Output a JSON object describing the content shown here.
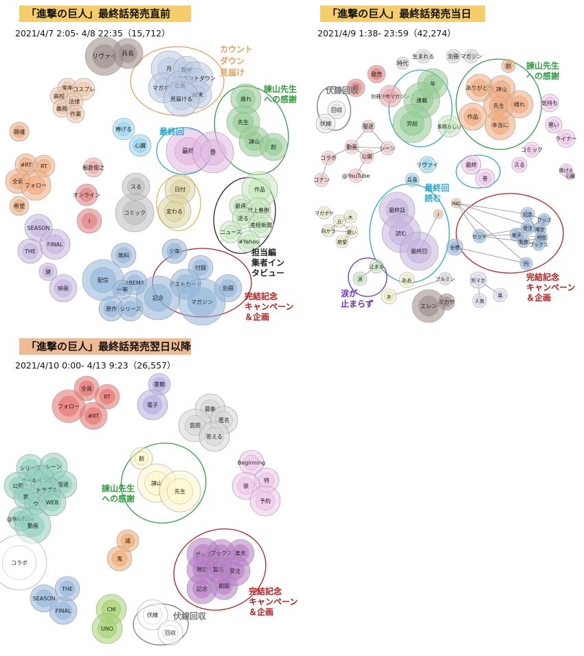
{
  "panels": [
    {
      "title": "「進撃の巨人」最終話発売直前",
      "subtitle": "2021/4/7  2:05- 4/8 22:35（15,712）",
      "nodes": [
        {
          "w": "リヴァイ",
          "c": "#9b8a86"
        },
        {
          "w": "兵長",
          "c": "#9b8a86"
        },
        {
          "w": "月",
          "c": "#bccbe6"
        },
        {
          "w": "開催",
          "c": "#bccbe6"
        },
        {
          "w": "カウントダウン",
          "c": "#bccbe6"
        },
        {
          "w": "マガポケ",
          "c": "#bccbe6"
        },
        {
          "w": "企画",
          "c": "#bccbe6"
        },
        {
          "w": "結末",
          "c": "#bccbe6"
        },
        {
          "w": "見届ける",
          "c": "#bccbe6"
        },
        {
          "w": "来年",
          "c": "#f0c7a6"
        },
        {
          "w": "コスプレ",
          "c": "#f0c7a6"
        },
        {
          "w": "高校",
          "c": "#f0c7a6"
        },
        {
          "w": "法律",
          "c": "#f0c7a6"
        },
        {
          "w": "義務",
          "c": "#f0c7a6"
        },
        {
          "w": "作業",
          "c": "#f0c7a6"
        },
        {
          "w": "銀魂",
          "c": "#f0a97a"
        },
        {
          "w": "#RT",
          "c": "#f0a97a"
        },
        {
          "w": "RT",
          "c": "#f0a97a"
        },
        {
          "w": "全員",
          "c": "#f0a97a"
        },
        {
          "w": "フォロー",
          "c": "#f0a97a"
        },
        {
          "w": "希望",
          "c": "#f0a97a"
        },
        {
          "w": "捧げる",
          "c": "#92d6ec"
        },
        {
          "w": "心臓",
          "c": "#92d6ec"
        },
        {
          "w": "板倉俊之",
          "c": "#e8a6a6"
        },
        {
          "w": "オンライン",
          "c": "#e07c7c"
        },
        {
          "w": "I",
          "c": "#e07c7c"
        },
        {
          "w": "スる",
          "c": "#bdbdbd"
        },
        {
          "w": "コミック",
          "c": "#bdbdbd"
        },
        {
          "w": "日付",
          "c": "#dcd49a"
        },
        {
          "w": "変わる",
          "c": "#dcd49a"
        },
        {
          "w": "最終",
          "c": "#e3b6e3"
        },
        {
          "w": "巻",
          "c": "#e3b6e3"
        },
        {
          "w": "歳れ",
          "c": "#8fcc8f"
        },
        {
          "w": "先生",
          "c": "#8fcc8f"
        },
        {
          "w": "諫山",
          "c": "#8fcc8f"
        },
        {
          "w": "創",
          "c": "#8fcc8f"
        },
        {
          "w": "作品",
          "c": "#c4e9bb"
        },
        {
          "w": "最遅",
          "c": "#c4e9bb"
        },
        {
          "w": "村上春樹",
          "c": "#c4e9bb"
        },
        {
          "w": "逝る",
          "c": "#c4e9bb"
        },
        {
          "w": "産経新聞",
          "c": "#c4e9bb"
        },
        {
          "w": "ニュース",
          "c": "#c4e9bb"
        },
        {
          "w": "#Yahoo",
          "c": "#c4e9bb"
        },
        {
          "w": "SEASON",
          "c": "#c4b3e0"
        },
        {
          "w": "THE",
          "c": "#c4b3e0"
        },
        {
          "w": "FINAL",
          "c": "#c4b3e0"
        },
        {
          "w": "健",
          "c": "#c4b3e0"
        },
        {
          "w": "映画",
          "c": "#c4b3e0"
        },
        {
          "w": "無料",
          "c": "#8fb5da"
        },
        {
          "w": "配信",
          "c": "#8fb5da"
        },
        {
          "w": "ABEMA",
          "c": "#8fb5da"
        },
        {
          "w": "一挙",
          "c": "#8fb5da"
        },
        {
          "w": "原作",
          "c": "#8fb5da"
        },
        {
          "w": "シリーズ",
          "c": "#8fb5da"
        },
        {
          "w": "少年",
          "c": "#8fb5da"
        },
        {
          "w": "付録",
          "c": "#8fb5da"
        },
        {
          "w": "ポストカード",
          "c": "#8fb5da"
        },
        {
          "w": "記念",
          "c": "#8fb5da"
        },
        {
          "w": "マガジン",
          "c": "#8fb5da"
        },
        {
          "w": "別冊",
          "c": "#8fb5da"
        }
      ],
      "annotations": [
        {
          "text": "カウント ダウン 見届け",
          "color": "#e3a05c"
        },
        {
          "text": "最終回",
          "color": "#2aa6cf"
        },
        {
          "text": "諫山先生 への感謝",
          "color": "#2e9e3e"
        },
        {
          "text": "担当編 集者イン タビュー",
          "color": "#222222"
        },
        {
          "text": "完結記念 キャンペーン ＆企画",
          "color": "#b51c1c"
        }
      ]
    },
    {
      "title": "「進撃の巨人」最終話発売当日",
      "subtitle": "2021/4/9  1:38- 23:59（42,274）",
      "nodes": [
        {
          "w": "時代",
          "c": "#d9d9d9"
        },
        {
          "w": "生まれる",
          "c": "#d9d9d9"
        },
        {
          "w": "別冊",
          "c": "#d9d9d9"
        },
        {
          "w": "マガジン",
          "c": "#d9d9d9"
        },
        {
          "w": "発売",
          "c": "#e07c7c"
        },
        {
          "w": "月",
          "c": "#e07c7c"
        },
        {
          "w": "別冊少年マガジン",
          "c": "#e8a6a6"
        },
        {
          "w": "年",
          "c": "#8fcc8f"
        },
        {
          "w": "連載",
          "c": "#8fcc8f"
        },
        {
          "w": "完結",
          "c": "#8fcc8f"
        },
        {
          "w": "素晴らしい",
          "c": "#c4e9bb"
        },
        {
          "w": "創",
          "c": "#f0a97a"
        },
        {
          "w": "ありがとう",
          "c": "#f0a97a"
        },
        {
          "w": "諫山",
          "c": "#f0a97a"
        },
        {
          "w": "先生",
          "c": "#f0a97a"
        },
        {
          "w": "作品",
          "c": "#f0a97a"
        },
        {
          "w": "本当に",
          "c": "#f0a97a"
        },
        {
          "w": "様れ",
          "c": "#f0a97a"
        },
        {
          "w": "気持ち",
          "c": "#efc3ea"
        },
        {
          "w": "悪い",
          "c": "#efc3ea"
        },
        {
          "w": "ライナー",
          "c": "#efc3ea"
        },
        {
          "w": "回収",
          "c": "#e8e8e8"
        },
        {
          "w": "伏線",
          "c": "#e8e8e8"
        },
        {
          "w": "駆逐",
          "c": "#f2c8c8"
        },
        {
          "w": "動画",
          "c": "#f2c8c8"
        },
        {
          "w": "公開",
          "c": "#f2c8c8"
        },
        {
          "w": "シーン",
          "c": "#f2c8c8"
        },
        {
          "w": "コラボ",
          "c": "#f2c8c8"
        },
        {
          "w": "コナン",
          "c": "#f2c8c8"
        },
        {
          "w": "@YouTube",
          "c": "#f2c8c8"
        },
        {
          "w": "リヴァイ",
          "c": "#92d6ec"
        },
        {
          "w": "兵長",
          "c": "#92d6ec"
        },
        {
          "w": "最終",
          "c": "#efc3ea"
        },
        {
          "w": "巻",
          "c": "#efc3ea"
        },
        {
          "w": "コミック",
          "c": "#efc3ea"
        },
        {
          "w": "スる",
          "c": "#efc3ea"
        },
        {
          "w": "捧げる",
          "c": "#efc3ea"
        },
        {
          "w": "心臓",
          "c": "#efc3ea"
        },
        {
          "w": "マガポケ",
          "c": "#f3f0c6"
        },
        {
          "w": "木",
          "c": "#f3f0c6"
        },
        {
          "w": "丘",
          "c": "#f3f0c6"
        },
        {
          "w": "向かう",
          "c": "#f3f0c6"
        },
        {
          "w": "鍵い",
          "c": "#f3f0c6"
        },
        {
          "w": "絶望",
          "c": "#f3f0c6"
        },
        {
          "w": "最終話",
          "c": "#c4b3e0"
        },
        {
          "w": "読む",
          "c": "#c4b3e0"
        },
        {
          "w": "最終回",
          "c": "#c4b3e0"
        },
        {
          "w": "I",
          "c": "#f0c7a6"
        },
        {
          "w": "INC",
          "c": "#f0c7a6"
        },
        {
          "w": "記念",
          "c": "#8fb5da"
        },
        {
          "w": "グッズ",
          "c": "#8fb5da"
        },
        {
          "w": "受注",
          "c": "#8fb5da"
        },
        {
          "w": "限定",
          "c": "#8fb5da"
        },
        {
          "w": "楽天",
          "c": "#8fb5da"
        },
        {
          "w": "期間",
          "c": "#8fb5da"
        },
        {
          "w": "製造",
          "c": "#8fb5da"
        },
        {
          "w": "ブックス",
          "c": "#8fb5da"
        },
        {
          "w": "セット",
          "c": "#8fb5da"
        },
        {
          "w": "全巻",
          "c": "#8fb5da"
        },
        {
          "w": "円",
          "c": "#8fb5da"
        },
        {
          "w": "止まる",
          "c": "#c4e9bb"
        },
        {
          "w": "涙",
          "c": "#c4e9bb"
        },
        {
          "w": "ああ",
          "c": "#f3f0c6"
        },
        {
          "w": "あ",
          "c": "#f3f0c6"
        },
        {
          "w": "アルミン",
          "c": "#d9d9d9"
        },
        {
          "w": "エレン",
          "c": "#9b8a86"
        },
        {
          "w": "ミカサ",
          "c": "#9b8a86"
        },
        {
          "w": "別マガ",
          "c": "#dcdcf4"
        },
        {
          "w": "幕",
          "c": "#dcdcf4"
        },
        {
          "w": "人気",
          "c": "#dcdcf4"
        }
      ],
      "annotations": [
        {
          "text": "伏線回収",
          "color": "#777777"
        },
        {
          "text": "諫山先生 への感謝",
          "color": "#2e9e3e"
        },
        {
          "text": "最終回 読む",
          "color": "#2aa6cf"
        },
        {
          "text": "涙が 止まらず",
          "color": "#6a2fc0"
        },
        {
          "text": "完結記念 キャンペーン ＆企画",
          "color": "#b51c1c"
        }
      ]
    },
    {
      "title": "「進撃の巨人」最終話発売翌日以降",
      "subtitle": "2021/4/10  0:00- 4/13 9:23（26,557）",
      "nodes": [
        {
          "w": "全員",
          "c": "#e8706a"
        },
        {
          "w": "RT",
          "c": "#e8706a"
        },
        {
          "w": "フォロー",
          "c": "#e8706a"
        },
        {
          "w": "#RT",
          "c": "#e8706a"
        },
        {
          "w": "書籍",
          "c": "#b3aee0"
        },
        {
          "w": "電子",
          "c": "#b3aee0"
        },
        {
          "w": "募集",
          "c": "#d6d6d6"
        },
        {
          "w": "匿名",
          "c": "#d6d6d6"
        },
        {
          "w": "質問",
          "c": "#d6d6d6"
        },
        {
          "w": "答える",
          "c": "#d6d6d6"
        },
        {
          "w": "創",
          "c": "#fdf6c9"
        },
        {
          "w": "諫山",
          "c": "#fdf6c9"
        },
        {
          "w": "先生",
          "c": "#fdf6c9"
        },
        {
          "w": "Beginning",
          "c": "#efc3ea"
        },
        {
          "w": "特",
          "c": "#efc3ea"
        },
        {
          "w": "装",
          "c": "#efc3ea"
        },
        {
          "w": "予約",
          "c": "#efc3ea"
        },
        {
          "w": "シリーズ",
          "c": "#8ed0bd"
        },
        {
          "w": "シーン",
          "c": "#8ed0bd"
        },
        {
          "w": "オールインワン",
          "c": "#8ed0bd"
        },
        {
          "w": "駆逐",
          "c": "#8ed0bd"
        },
        {
          "w": "公開",
          "c": "#8ed0bd"
        },
        {
          "w": "トラブル",
          "c": "#8ed0bd"
        },
        {
          "w": "凱",
          "c": "#8ed0bd"
        },
        {
          "w": "ウ",
          "c": "#8ed0bd"
        },
        {
          "w": "WEB",
          "c": "#8ed0bd"
        },
        {
          "w": "@YouTube",
          "c": "#8ed0bd"
        },
        {
          "w": "動画",
          "c": "#8ed0bd"
        },
        {
          "w": "コラボ",
          "c": "#ffffff"
        },
        {
          "w": "滅",
          "c": "#f0a86a"
        },
        {
          "w": "鬼",
          "c": "#f0a86a"
        },
        {
          "w": "グッズ",
          "c": "#b57ac4"
        },
        {
          "w": "ブックス",
          "c": "#b57ac4"
        },
        {
          "w": "楽天",
          "c": "#b57ac4"
        },
        {
          "w": "限定",
          "c": "#b57ac4"
        },
        {
          "w": "製造",
          "c": "#b57ac4"
        },
        {
          "w": "受注",
          "c": "#b57ac4"
        },
        {
          "w": "記念",
          "c": "#b57ac4"
        },
        {
          "w": "期間",
          "c": "#b57ac4"
        },
        {
          "w": "THE",
          "c": "#8fb5da"
        },
        {
          "w": "SEASON",
          "c": "#8fb5da"
        },
        {
          "w": "FINAL",
          "c": "#8fb5da"
        },
        {
          "w": "CM",
          "c": "#a4d36a"
        },
        {
          "w": "UNO",
          "c": "#a4d36a"
        },
        {
          "w": "伏線",
          "c": "#ffffff"
        },
        {
          "w": "回収",
          "c": "#ffffff"
        }
      ],
      "annotations": [
        {
          "text": "諫山先生 への感謝",
          "color": "#2e9e3e"
        },
        {
          "text": "完結記念 キャンペーン ＆企画",
          "color": "#b51c1c"
        },
        {
          "text": "伏線回収",
          "color": "#777777"
        }
      ]
    }
  ]
}
